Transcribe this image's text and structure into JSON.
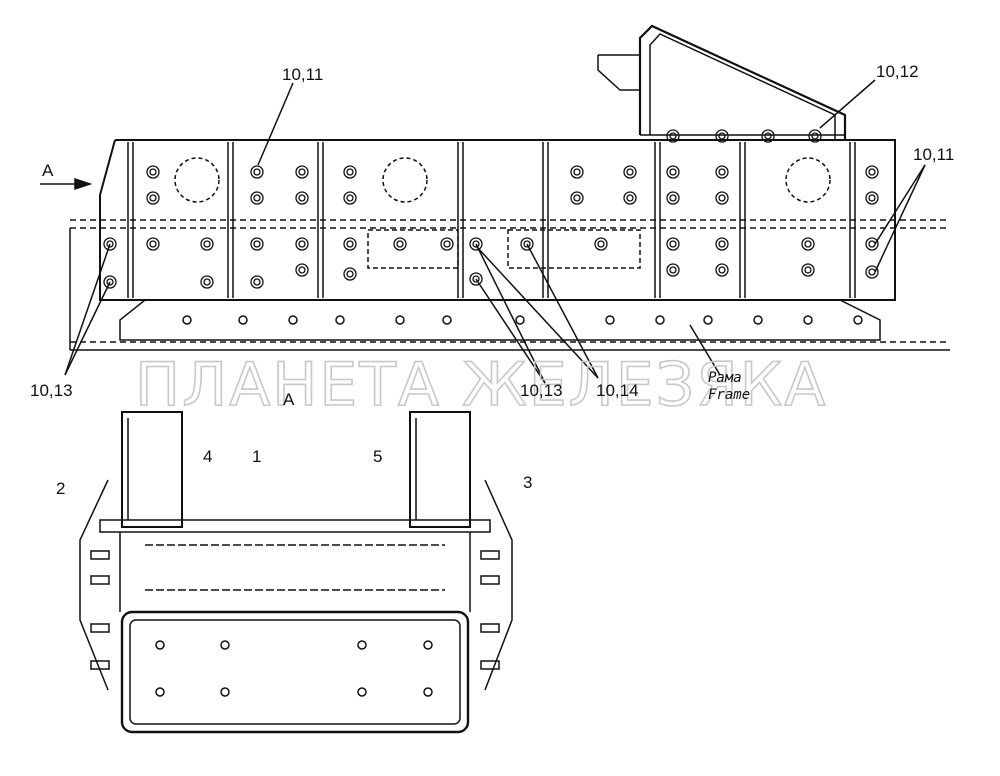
{
  "watermark": "ПЛАНЕТА ЖЕЛЕЗЯКА",
  "view_arrow_label": "A",
  "view_title": "A",
  "callouts": {
    "c1011_top": "10,11",
    "c1012": "10,12",
    "c1011_right": "10,11",
    "c1013_left": "10,13",
    "c1013_mid": "10,13",
    "c1014": "10,14"
  },
  "frame_label": {
    "ru": "Рама",
    "en": "Frame"
  },
  "parts": [
    "1",
    "2",
    "3",
    "4",
    "5"
  ],
  "colors": {
    "line": "#111111",
    "watermark": "#c8c8c8",
    "background": "#ffffff"
  }
}
